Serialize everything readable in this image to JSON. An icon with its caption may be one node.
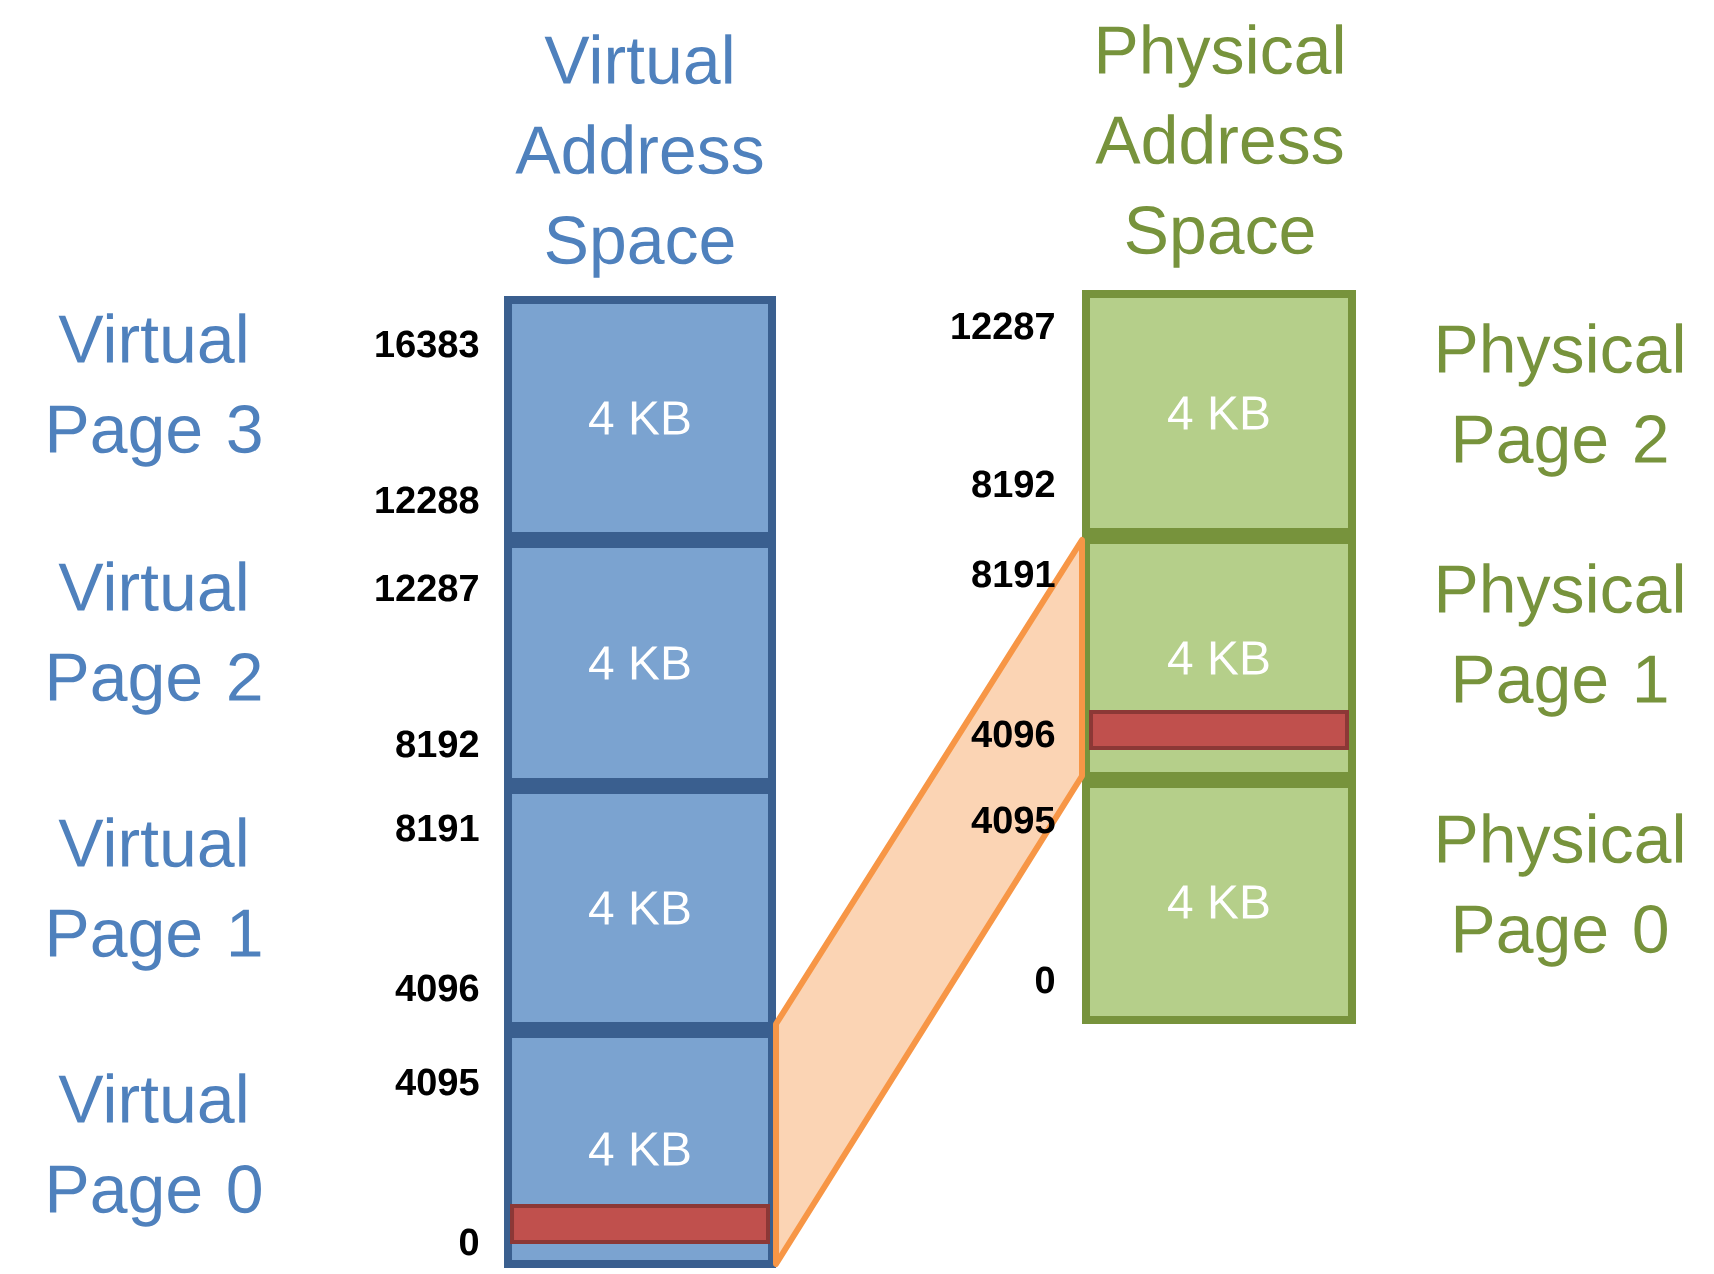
{
  "diagram": {
    "nodes": [
      {
        "text": [
          "4 KB"
        ],
        "beside": [
          "Virtual Page 3"
        ]
      },
      {
        "text": [
          "4 KB"
        ],
        "beside": [
          "Virtual Page 2"
        ]
      },
      {
        "text": [
          "4 KB"
        ],
        "beside": [
          "Virtual Page 1"
        ]
      },
      {
        "text": [
          "4 KB"
        ],
        "beside": [
          "Virtual Page 0"
        ]
      },
      {
        "text": [],
        "shape": "bar",
        "in": 3
      },
      {
        "text": [
          "4 KB"
        ],
        "beside": [
          "Physical Page 2"
        ]
      },
      {
        "text": [
          "4 KB"
        ],
        "beside": [
          "Physical Page 1"
        ]
      },
      {
        "text": [
          "4 KB"
        ],
        "beside": [
          "Physical Page 0"
        ]
      },
      {
        "text": [],
        "shape": "bar",
        "in": 6
      }
    ],
    "edges": [
      {
        "from": 3,
        "to": 6,
        "arrow": "none"
      }
    ],
    "labels": [
      "Physical Address Space",
      "Virtual Address Space",
      "12287",
      "16383",
      "8192",
      "12288",
      "8191",
      "12287",
      "4096",
      "8192",
      "4095",
      "8191",
      "0",
      "4096",
      "4095",
      "0"
    ]
  }
}
